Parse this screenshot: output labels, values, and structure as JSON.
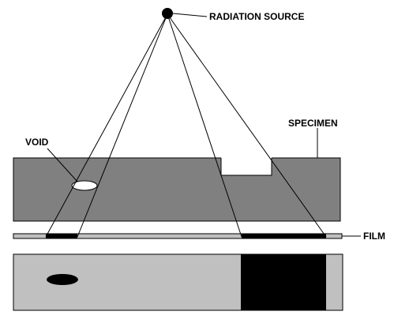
{
  "diagram": {
    "labels": {
      "source": "RADIATION SOURCE",
      "specimen": "SPECIMEN",
      "void": "VOID",
      "film": "FILM"
    },
    "colors": {
      "specimen": "#808080",
      "film_unexposed": "#c0c0c0",
      "film_exposed": "#000000",
      "source_dot": "#000000",
      "void": "#ffffff",
      "void_image": "#000000",
      "background": "#ffffff",
      "lines": "#000000"
    }
  }
}
